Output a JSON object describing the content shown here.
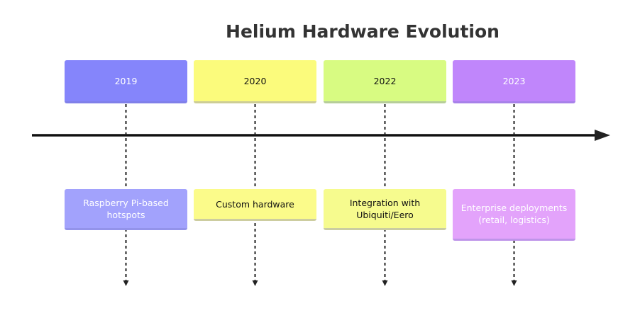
{
  "title": "Helium Hardware Evolution",
  "colors": {
    "axis": "#111111",
    "dash": "#222222"
  },
  "periods": [
    {
      "year": "2019",
      "event": "Raspberry Pi-based hotspots",
      "period_color": "#8585fb",
      "event_color": "#a2a2fc",
      "text_color": "#ffffff"
    },
    {
      "year": "2020",
      "event": "Custom hardware",
      "period_color": "#fbfb7c",
      "event_color": "#fbfb8a",
      "text_color": "#111111"
    },
    {
      "year": "2022",
      "event": "Integration with Ubiquiti/Eero",
      "period_color": "#d8fb82",
      "event_color": "#f6fb8e",
      "text_color": "#111111"
    },
    {
      "year": "2023",
      "event": "Enterprise deployments (retail, logistics)",
      "period_color": "#c086fb",
      "event_color": "#e3a3fb",
      "text_color": "#ffffff"
    }
  ]
}
